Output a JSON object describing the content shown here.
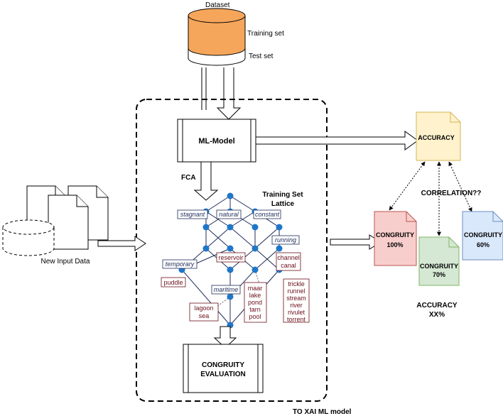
{
  "dataset": {
    "title": "Dataset",
    "training_set": "Training set",
    "test_set": "Test set"
  },
  "ml_model": "ML-Model",
  "fca": "FCA",
  "lattice_title": [
    "Training Set",
    "Lattice"
  ],
  "new_input_data": "New Input Data",
  "congruity_evaluation": [
    "CONGRUITY",
    "EVALUATION"
  ],
  "xai_model": "TO XAI ML model",
  "accuracy_doc": "ACCURACY",
  "correlation": "CORRELATION??",
  "congruity_docs": [
    {
      "label": "CONGRUITY",
      "value": "100%",
      "color": "#f8cecc",
      "stroke": "#b85450"
    },
    {
      "label": "CONGRUITY",
      "value": "70%",
      "color": "#d5e8d4",
      "stroke": "#82b366"
    },
    {
      "label": "CONGRUITY",
      "value": "60%",
      "color": "#dae8fc",
      "stroke": "#6c8ebf"
    }
  ],
  "accuracy_result": [
    "ACCURACY",
    "XX%"
  ],
  "lattice": {
    "attributes": [
      "stagnant",
      "natural",
      "constant",
      "running",
      "temporary",
      "maritime"
    ],
    "objects": {
      "reservoir": [
        "reservoir"
      ],
      "channel": [
        "channel",
        "canal"
      ],
      "puddle": [
        "puddle"
      ],
      "lagoon": [
        "lagoon",
        "sea"
      ],
      "maar": [
        "maar",
        "lake",
        "pond",
        "tarn",
        "pool"
      ],
      "trickle": [
        "trickle",
        "runnel",
        "stream",
        "river",
        "rivulet",
        "torrent"
      ]
    }
  },
  "colors": {
    "dataset_top": "#f5a65b",
    "node": "#1f77c9",
    "accuracy_fill": "#fff2cc",
    "accuracy_stroke": "#d6b656"
  }
}
